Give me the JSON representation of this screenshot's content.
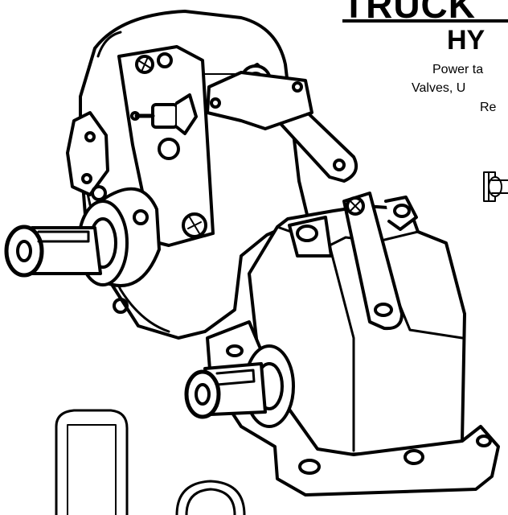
{
  "heading": {
    "line1": "TRUCK",
    "line2": "HY"
  },
  "description": {
    "line1": "Power ta",
    "line2": "Valves, U",
    "line3": "Re"
  }
}
